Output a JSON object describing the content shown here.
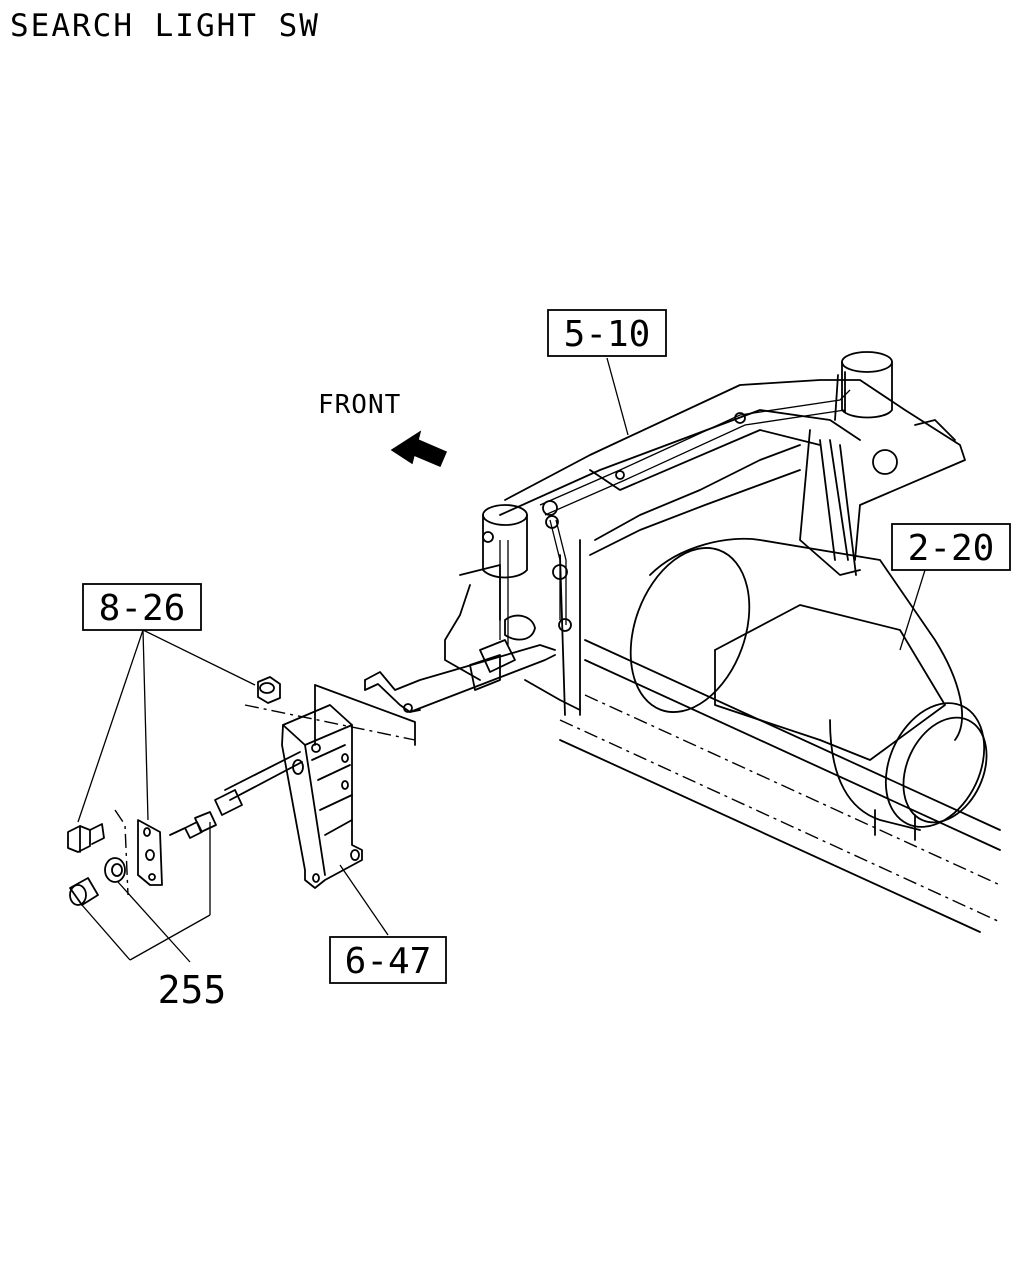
{
  "title": "SEARCH LIGHT SW",
  "direction_label": "FRONT",
  "callouts": {
    "ref_5_10": "5-10",
    "ref_2_20": "2-20",
    "ref_8_26": "8-26",
    "ref_6_47": "6-47",
    "part_255": "255"
  },
  "icons": {
    "arrow": "front-arrow-icon"
  }
}
